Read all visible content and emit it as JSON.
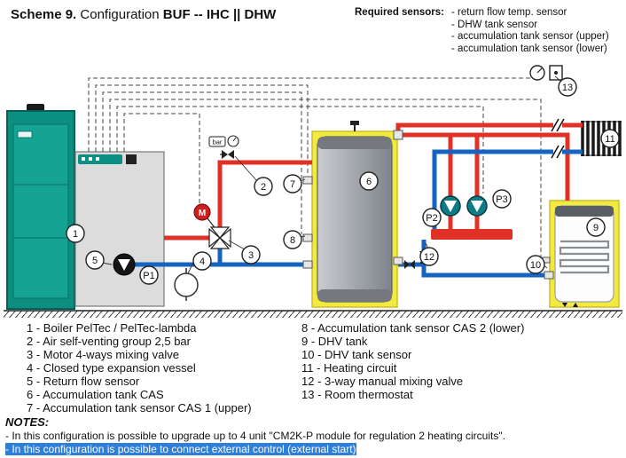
{
  "header": {
    "scheme": "Scheme 9.",
    "config_label": "Configuration",
    "config_value": "BUF -- IHC || DHW"
  },
  "required_sensors": {
    "label": "Required sensors:",
    "items": [
      "- return flow temp. sensor",
      "- DHW tank sensor",
      "- accumulation tank sensor (upper)",
      "- accumulation tank sensor (lower)"
    ]
  },
  "legend": {
    "left": [
      "1 - Boiler PelTec / PelTec-lambda",
      "2 - Air self-venting group 2,5 bar",
      "3 - Motor 4-ways mixing valve",
      "4 - Closed type expansion vessel",
      "5 - Return flow sensor",
      "6 - Accumulation tank CAS",
      "7 - Accumulation tank sensor CAS 1 (upper)"
    ],
    "right": [
      "8 - Accumulation tank sensor CAS 2 (lower)",
      "9 - DHV tank",
      "10 - DHV tank sensor",
      "11 - Heating circuit",
      "12 - 3-way manual mixing valve",
      "13 - Room thermostat"
    ]
  },
  "notes": {
    "label": "NOTES:",
    "items": [
      "- In this configuration is possible to upgrade up to 4 unit \"CM2K-P module for regulation 2 heating circuits\".",
      "- In this configuration is possible to connect external control (external start)"
    ]
  },
  "diagram": {
    "callouts": [
      "1",
      "2",
      "3",
      "4",
      "5",
      "6",
      "7",
      "8",
      "9",
      "10",
      "11",
      "12",
      "13"
    ],
    "pump_labels": {
      "p1": "P1",
      "p2": "P2",
      "p3": "P3"
    },
    "motor_label": "M",
    "gauge_label": "bar",
    "colors": {
      "supply_red": "#e03127",
      "return_blue": "#1565c0",
      "boiler_teal": "#0c8f80",
      "insulation_yellow": "#f3ea3e",
      "highlight_blue": "#2f7fd8"
    }
  }
}
